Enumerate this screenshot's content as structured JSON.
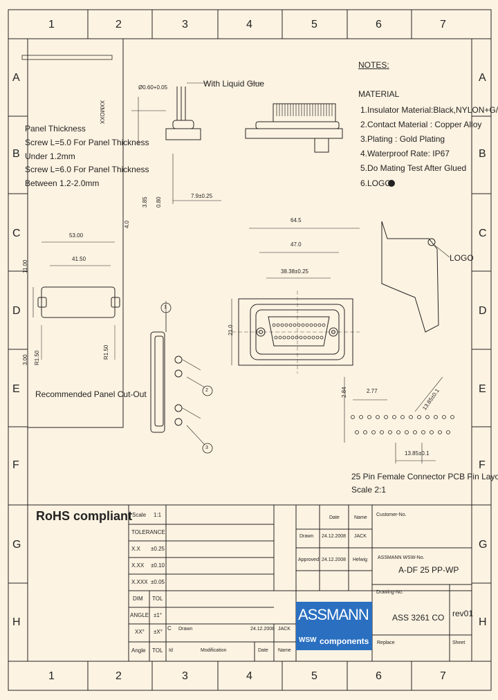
{
  "grid": {
    "cols": [
      "1",
      "2",
      "3",
      "4",
      "5",
      "6",
      "7"
    ],
    "rows": [
      "A",
      "B",
      "C",
      "D",
      "E",
      "F",
      "G",
      "H"
    ]
  },
  "panel_note": {
    "lines": [
      "Panel Thickness",
      "Screw L=5.0 For Panel Thickness",
      "Under 1.2mm",
      "Screw L=6.0 For Panel Thickness",
      "Between 1.2-2.0mm"
    ],
    "cutout_title": "Recommended Panel Cut-Out",
    "dim_width": "53.00",
    "dim_inner": "41.50",
    "dim_height": "11.00",
    "dim_r1": "R1.50",
    "dim_r2": "R1.50",
    "dim_side": "3.00"
  },
  "side_view": {
    "glue_label": "With Liquid Glue",
    "dia": "Ø0.60+0.05",
    "dim_a": "4.0",
    "dim_b": "3.85",
    "dim_c": "0.80",
    "dim_d": "7.9±0.25",
    "vertical_code": "XXMOXX"
  },
  "front_view": {
    "dim_overall": "64.5",
    "dim_body": "47.0",
    "dim_pitch": "38.38±0.25",
    "dim_height": "21.0"
  },
  "notes": {
    "heading": "NOTES:",
    "material": "MATERIAL",
    "items": [
      "1.Insulator Material:Black,NYLON+G/F",
      "2.Contact  Material : Copper Alloy",
      "3.Plating : Gold Plating",
      "4.Waterproof Rate: IP67",
      "5.Do Mating Test After Glued",
      "6.LOGO"
    ],
    "logo_label": "LOGO"
  },
  "pcb_layout": {
    "title": "25 Pin Female Connector PCB Pin Layout",
    "scale": "Scale 2:1",
    "dim_row": "2.84",
    "dim_pitch": "2.77",
    "dim_span": "13.85±0.1"
  },
  "balloons": [
    "1",
    "2",
    "3"
  ],
  "rohs": "RoHS compliant",
  "title_block": {
    "scale_label": "Scale",
    "scale_value": "1:1",
    "tolerance": "TOLERANCE",
    "tol_rows": [
      {
        "k": "X.X",
        "v": "±0.25"
      },
      {
        "k": "X.XX",
        "v": "±0.10"
      },
      {
        "k": "X.XXX",
        "v": "±0.05"
      }
    ],
    "dim": "DIM",
    "tol": "TOL",
    "angle": "ANGLE",
    "angle_tol": "±1°",
    "xx": "XX°",
    "xx_tol": "±X°",
    "angle2": "Angle",
    "tol2": "TOL",
    "date_h": "Date",
    "name_h": "Name",
    "drawn": "Drawn",
    "drawn_date": "24.12.2008",
    "drawn_name": "JACK",
    "approved": "Approved",
    "approved_date": "24.12.2008",
    "approved_name": "Helwig",
    "rev_letter": "C",
    "rev_drawn": "Drawn",
    "rev_date": "24.12.2008",
    "rev_name": "JACK",
    "id_h": "Id",
    "mod_h": "Modification",
    "date2_h": "Date",
    "name2_h": "Name",
    "customer_no": "Customer-No.",
    "assmann_no": "ASSMANN WSW-No.",
    "part_no": "A-DF 25 PP-WP",
    "drawing_no_label": "Drawing-No.",
    "drawing_no": "ASS 3261 CO",
    "rev": "rev01",
    "replace": "Replace",
    "sheet": "Sheet",
    "logo_top": "ASSMANN",
    "logo_bottom": "components",
    "logo_wsw": "WSW"
  },
  "colors": {
    "background": "#fdf3e2",
    "line": "#222222",
    "logo_blue": "#2a6fc0"
  }
}
